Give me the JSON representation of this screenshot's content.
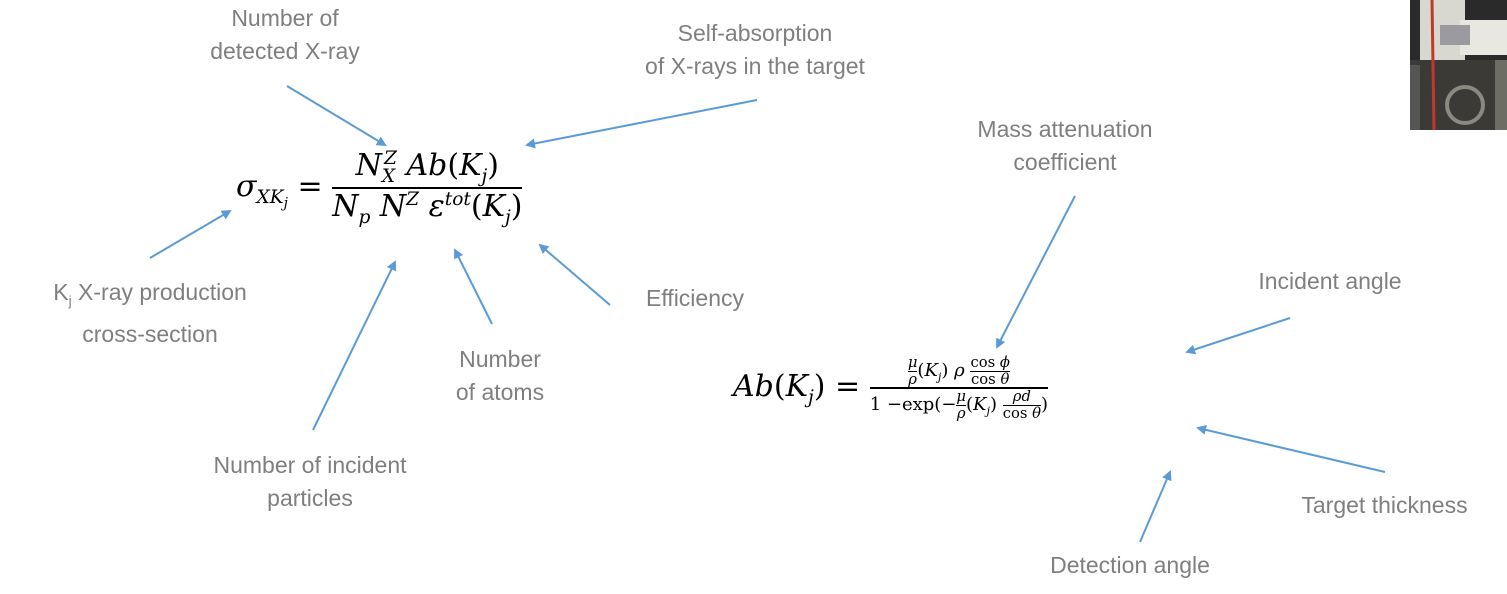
{
  "labels": {
    "detected_line1": "Number of",
    "detected_line2": "detected X-ray",
    "selfabs_line1": "Self-absorption",
    "selfabs_line2": "of X-rays in the target",
    "mass_line1": "Mass attenuation",
    "mass_line2": "coefficient",
    "incident_angle": "Incident angle",
    "kj_prefix": "K",
    "kj_sub": "j",
    "kj_line1_rest": " X-ray production",
    "kj_line2": "cross-section",
    "efficiency": "Efficiency",
    "atoms_line1": "Number",
    "atoms_line2": "of atoms",
    "incident_particles_line1": "Number of incident",
    "incident_particles_line2": "particles",
    "target_thickness": "Target thickness",
    "detection_angle": "Detection angle"
  },
  "colors": {
    "label_text": "#7f7f7f",
    "arrow": "#5b9bd5",
    "equation": "#000000"
  }
}
